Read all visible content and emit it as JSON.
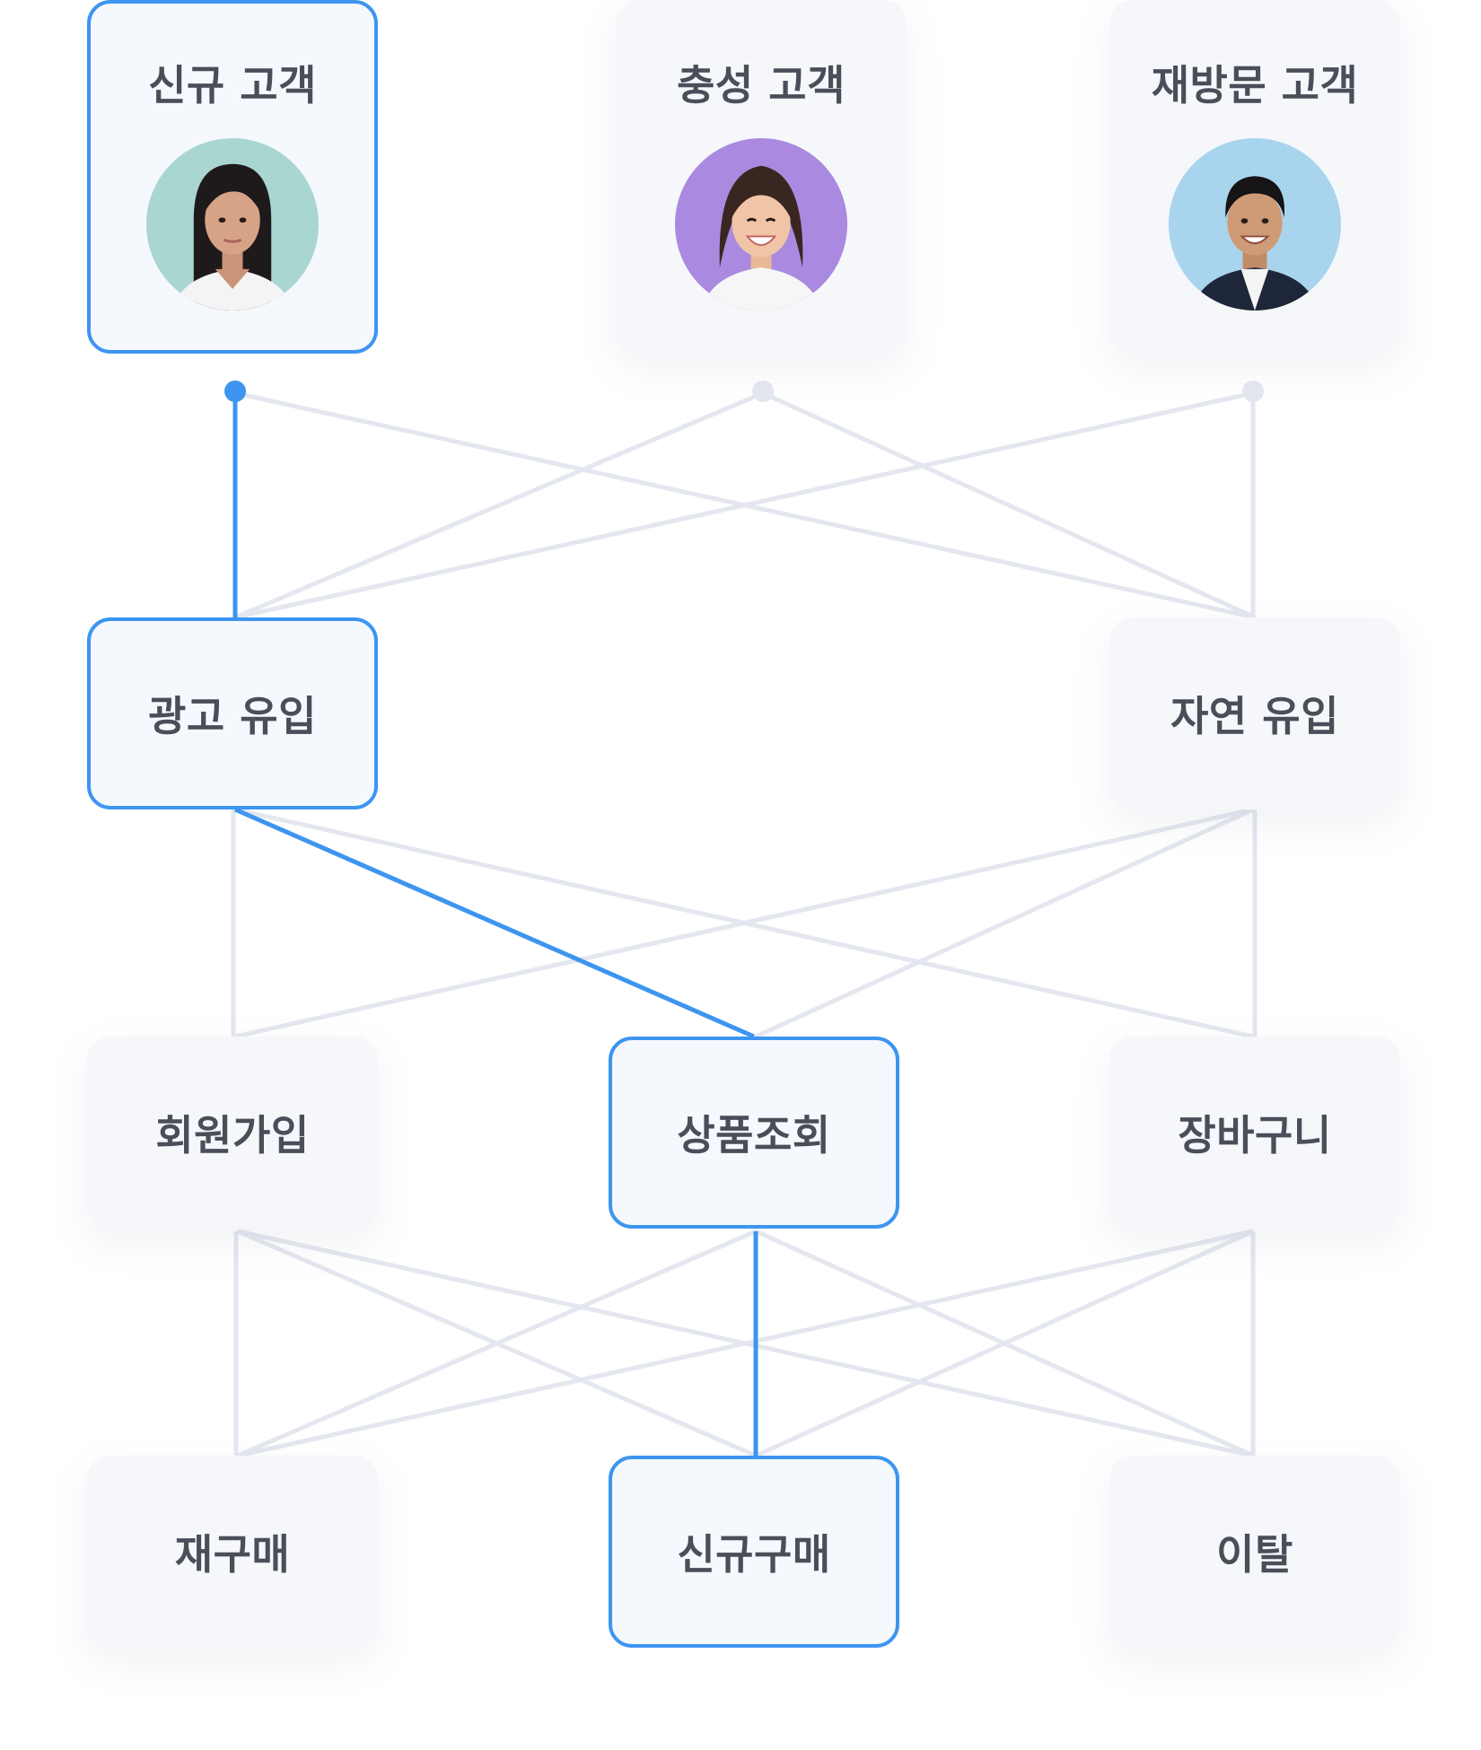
{
  "personas": [
    {
      "label": "신규 고객",
      "avatar": "woman-long-black-hair-avatar",
      "bg_color": "#a9d6d1",
      "active": true
    },
    {
      "label": "충성 고객",
      "avatar": "smiling-woman-avatar",
      "bg_color": "#a98ae0",
      "active": false
    },
    {
      "label": "재방문 고객",
      "avatar": "smiling-man-avatar",
      "bg_color": "#a9d4ee",
      "active": false
    }
  ],
  "sources": [
    {
      "label": "광고 유입",
      "active": true
    },
    {
      "label": "자연 유입",
      "active": false
    }
  ],
  "actions": [
    {
      "label": "회원가입",
      "active": false
    },
    {
      "label": "상품조회",
      "active": true
    },
    {
      "label": "장바구니",
      "active": false
    }
  ],
  "outcomes": [
    {
      "label": "재구매",
      "active": false
    },
    {
      "label": "신규구매",
      "active": true
    },
    {
      "label": "이탈",
      "active": false
    }
  ],
  "colors": {
    "accent": "#3d95f0",
    "edge": "#e4e7ef",
    "node_bg": "#f6f7fa",
    "text": "#4a4e59"
  }
}
